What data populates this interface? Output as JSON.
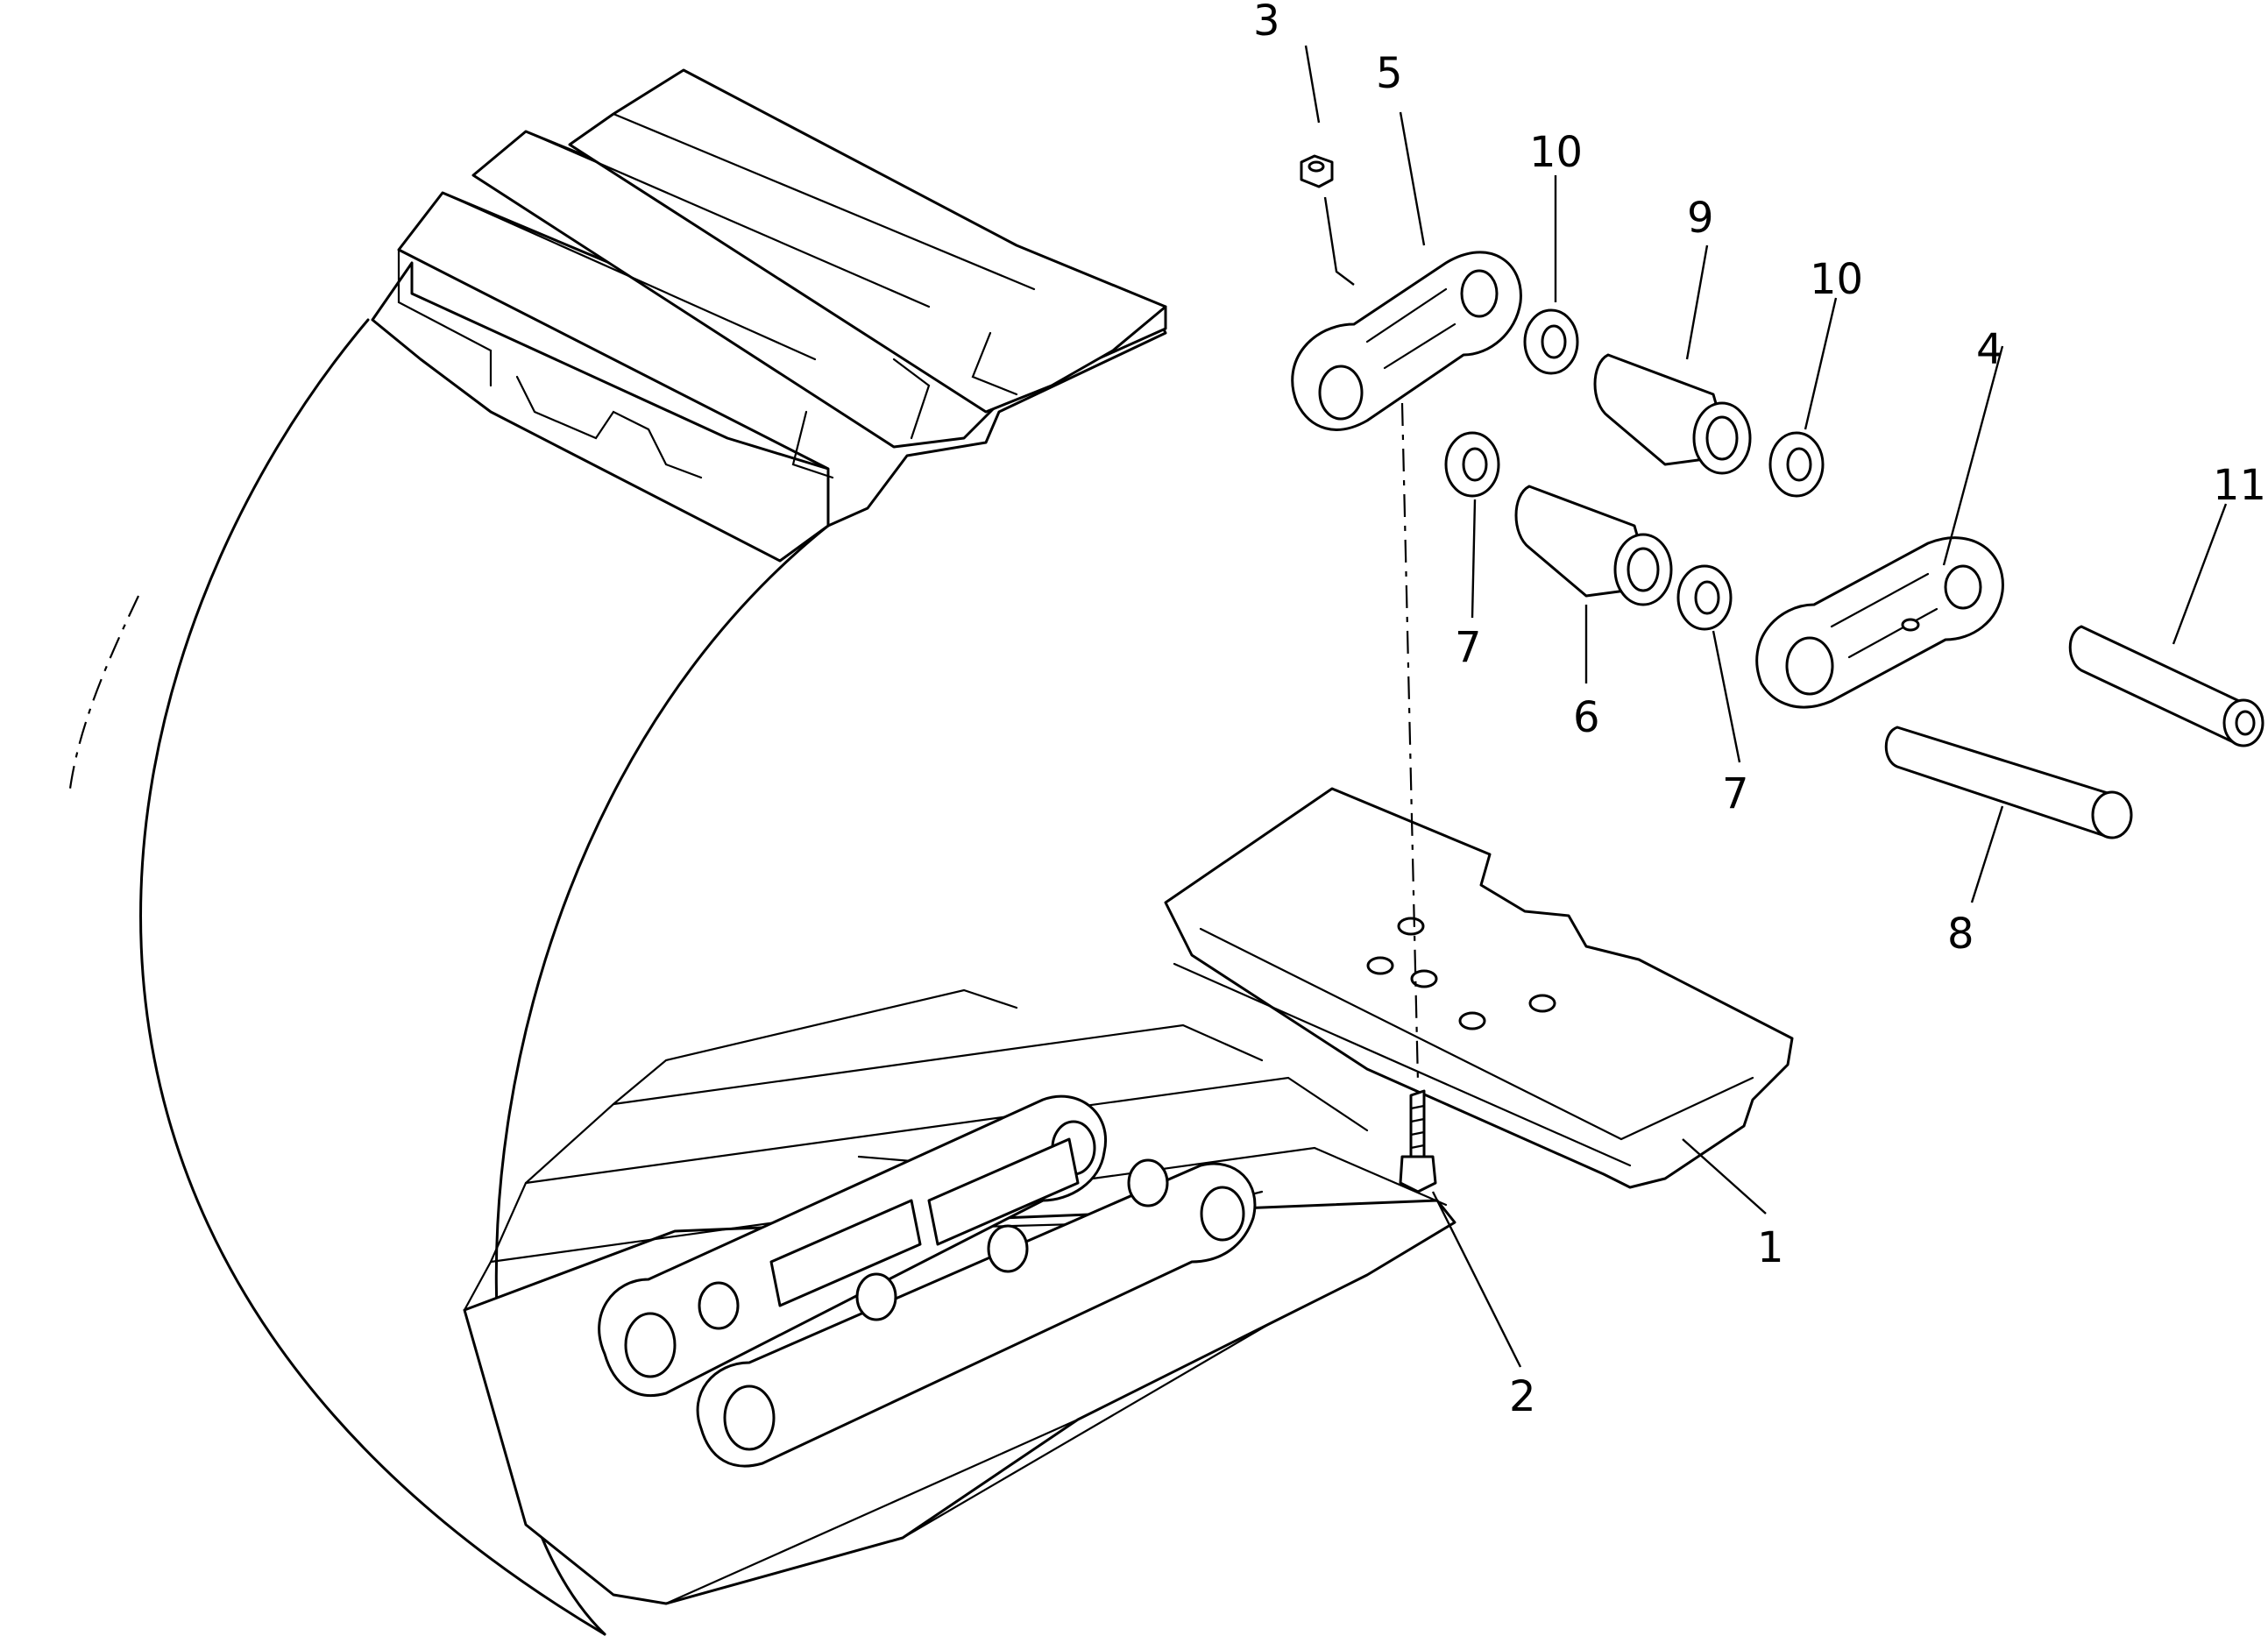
{
  "callouts": {
    "c1": "1",
    "c2": "2",
    "c3": "3",
    "c4": "4",
    "c5": "5",
    "c6": "6",
    "c7a": "7",
    "c7b": "7",
    "c8": "8",
    "c9": "9",
    "c10a": "10",
    "c10b": "10",
    "c11": "11"
  }
}
